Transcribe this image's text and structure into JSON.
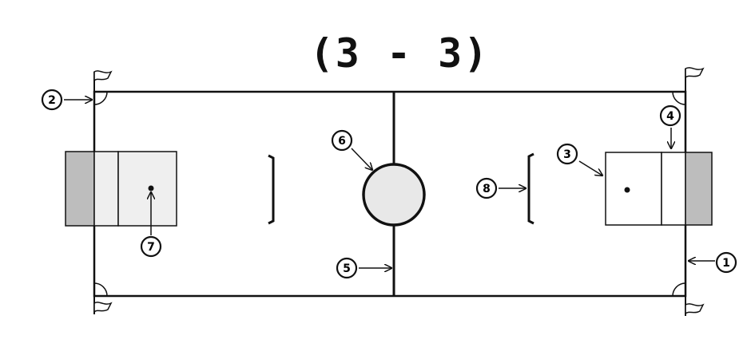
{
  "title": "(3 - 3)",
  "colors": {
    "line": "#111111",
    "goal_fill": "#bdbdbd",
    "area_fill": "#efefef",
    "circle_fill": "#e8e8e8",
    "flag_fill": "#ffffff"
  },
  "callouts": [
    {
      "id": "1",
      "label": "1"
    },
    {
      "id": "2",
      "label": "2"
    },
    {
      "id": "3",
      "label": "3"
    },
    {
      "id": "4",
      "label": "4"
    },
    {
      "id": "5",
      "label": "5"
    },
    {
      "id": "6",
      "label": "6"
    },
    {
      "id": "7",
      "label": "7"
    },
    {
      "id": "8",
      "label": "8"
    }
  ]
}
